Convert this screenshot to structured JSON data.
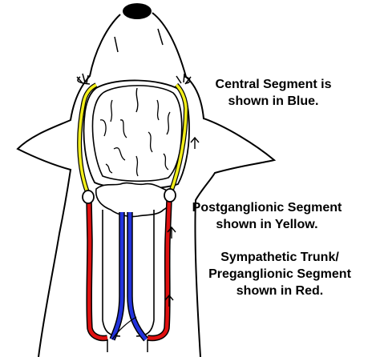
{
  "captions": {
    "central": [
      "Central Segment is",
      "shown in Blue."
    ],
    "postganglionic": [
      "Postganglionic Segment",
      "shown in Yellow."
    ],
    "sympathetic": [
      "Sympathetic Trunk/",
      "Preganglionic Segment",
      "shown in Red."
    ]
  },
  "colors": {
    "central_segment": "#2233dd",
    "postganglionic_segment": "#f2ee1a",
    "preganglionic_segment": "#e01010",
    "outline": "#000000"
  },
  "icons": [
    "nose",
    "brain",
    "ganglion-node",
    "arrow-up"
  ]
}
